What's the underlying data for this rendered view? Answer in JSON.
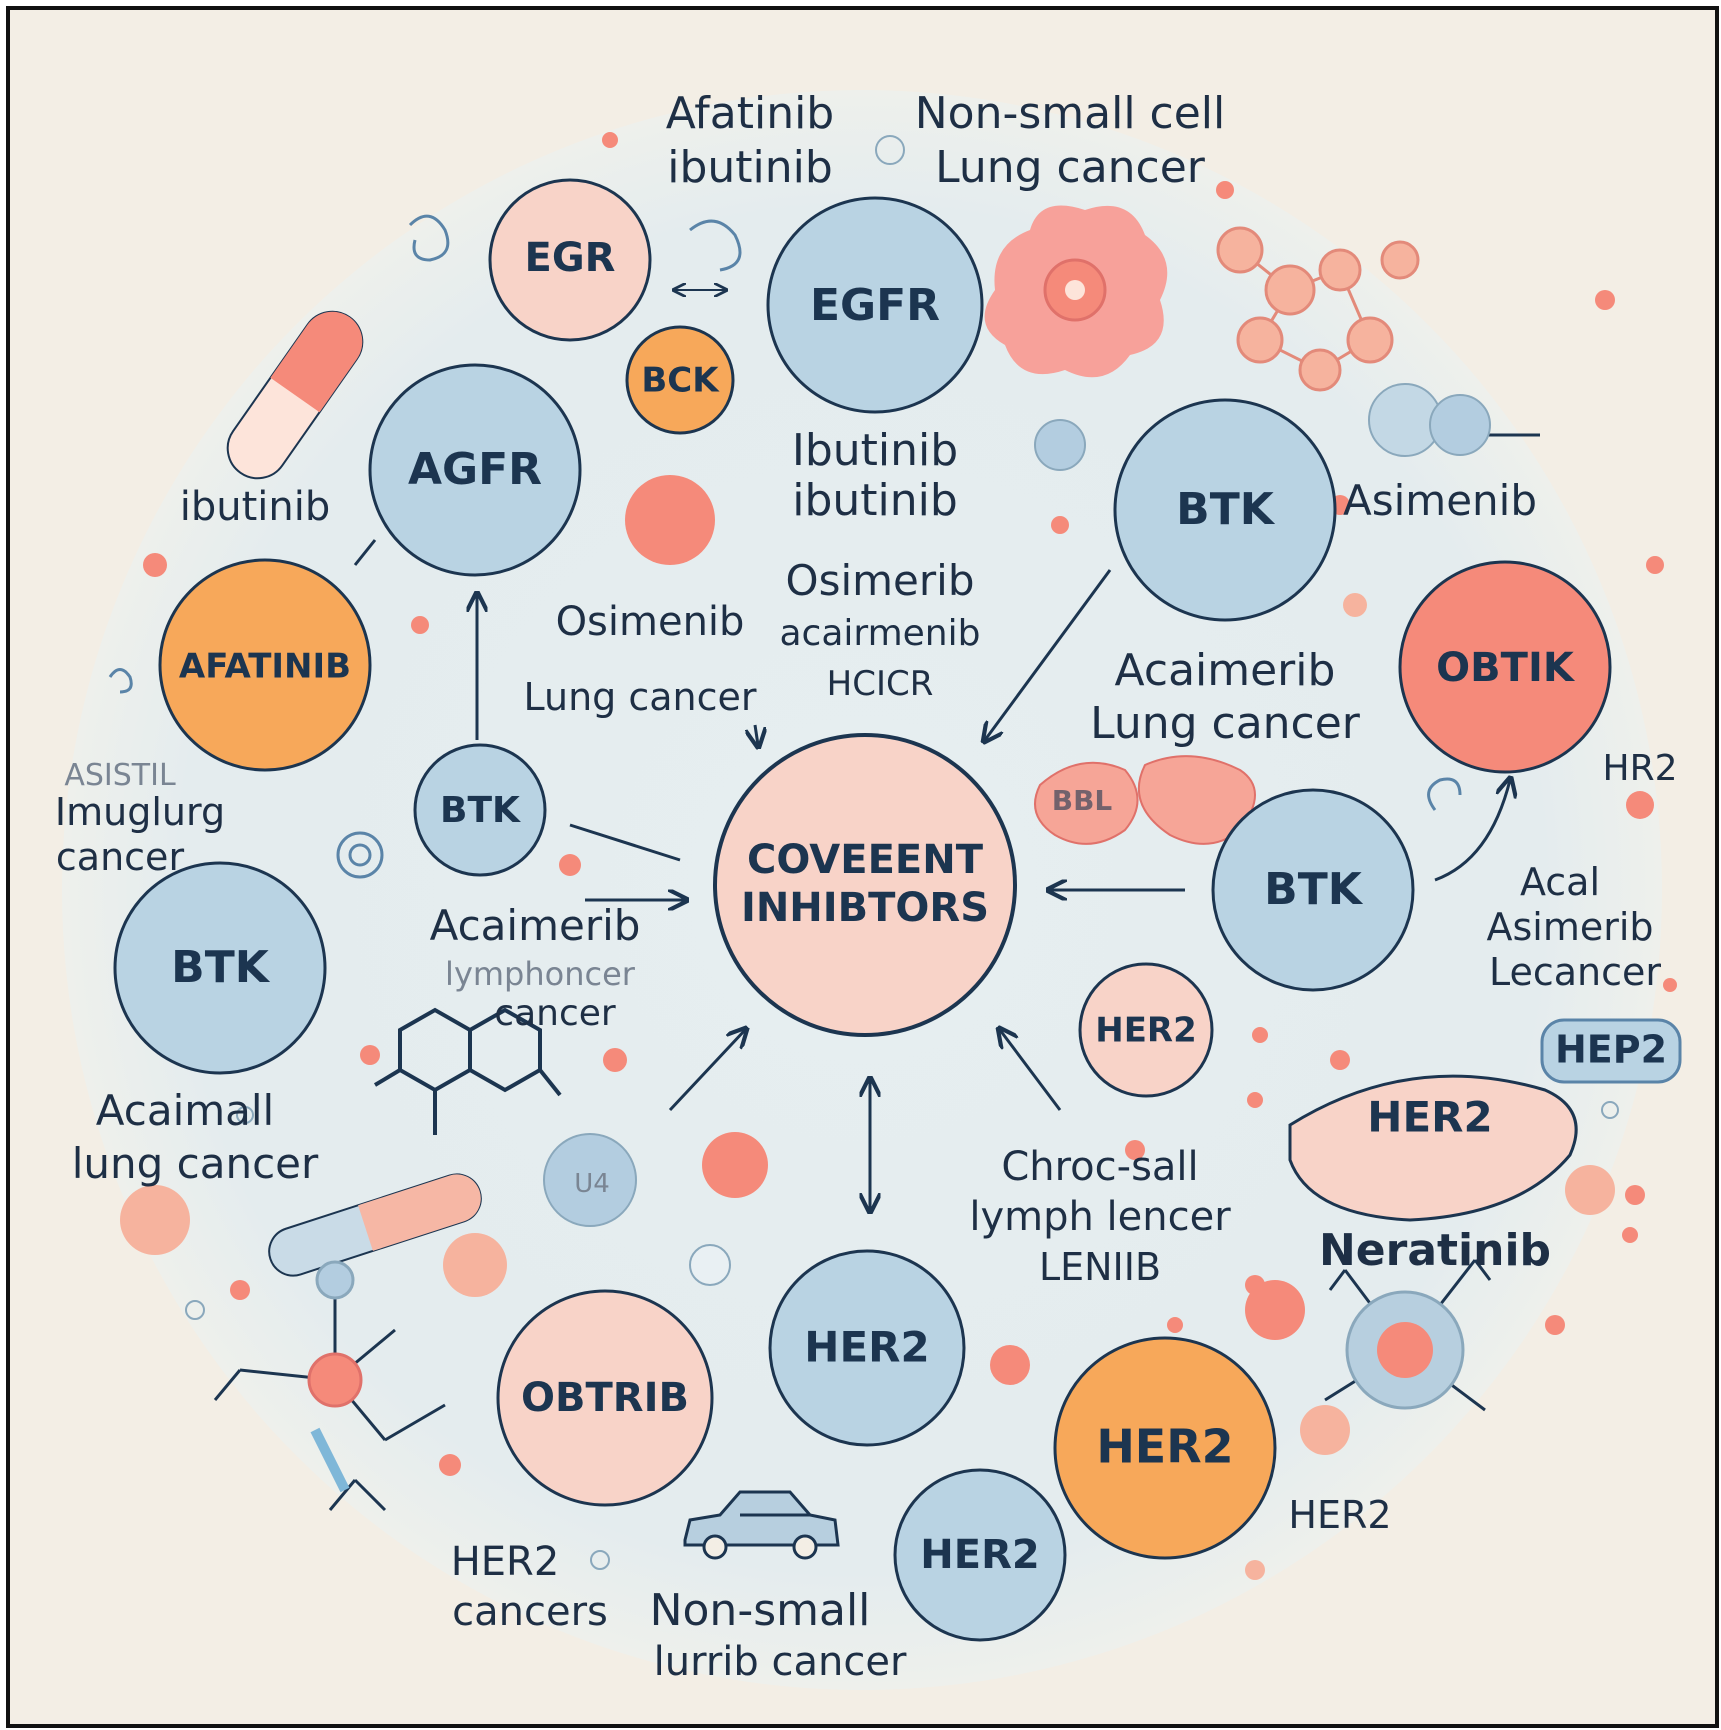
{
  "colors": {
    "background": "#f3eee5",
    "halo": "#e3ebec",
    "node_blue": "#b9d3e3",
    "node_pink": "#f8d3c8",
    "node_salmon": "#f58a7a",
    "node_orange": "#f7a85a",
    "stroke": "#1c3550",
    "text": "#1e2f45"
  },
  "center": {
    "lines": [
      "COVEEENT",
      "INHIBTORS"
    ]
  },
  "nodes": [
    {
      "id": "egr",
      "label": "EGR",
      "color": "pink"
    },
    {
      "id": "egfr",
      "label": "EGFR",
      "color": "blue"
    },
    {
      "id": "bck",
      "label": "BCK",
      "color": "orange"
    },
    {
      "id": "agfr",
      "label": "AGFR",
      "color": "blue"
    },
    {
      "id": "btk-top-right",
      "label": "BTK",
      "color": "blue"
    },
    {
      "id": "afatinib",
      "label": "AFATINIB",
      "color": "orange"
    },
    {
      "id": "obtik",
      "label": "OBTIK",
      "color": "salmon"
    },
    {
      "id": "btk-small",
      "label": "BTK",
      "color": "blue"
    },
    {
      "id": "btk-right",
      "label": "BTK",
      "color": "blue"
    },
    {
      "id": "btk-left",
      "label": "BTK",
      "color": "blue"
    },
    {
      "id": "her2-small",
      "label": "HER2",
      "color": "pink"
    },
    {
      "id": "her2-oval",
      "label": "HER2",
      "color": "pink"
    },
    {
      "id": "her2-badge",
      "label": "HEP2",
      "color": "blue"
    },
    {
      "id": "her2-center",
      "label": "HER2",
      "color": "blue"
    },
    {
      "id": "obtrib",
      "label": "OBTRIB",
      "color": "pink"
    },
    {
      "id": "her2-orange",
      "label": "HER2",
      "color": "orange"
    },
    {
      "id": "her2-bottom",
      "label": "HER2",
      "color": "blue"
    },
    {
      "id": "bbl-blob",
      "label": "BBL",
      "color": "salmon"
    }
  ],
  "labels": [
    {
      "id": "afatinib-ibutinib",
      "lines": [
        "Afatinib",
        "ibutinib"
      ]
    },
    {
      "id": "nsclc-top",
      "lines": [
        "Non-small cell",
        "Lung cancer"
      ]
    },
    {
      "id": "ibutinib-left",
      "lines": [
        "ibutinib"
      ]
    },
    {
      "id": "ibutinib-center",
      "lines": [
        "Ibutinib",
        "ibutinib"
      ]
    },
    {
      "id": "asimenib",
      "lines": [
        "Asimenib"
      ]
    },
    {
      "id": "osimenib",
      "lines": [
        "Osimenib"
      ]
    },
    {
      "id": "osimerib-stack",
      "lines": [
        "Osimerib",
        "acairmenib",
        "HCICR"
      ]
    },
    {
      "id": "lung-cancer-mid",
      "lines": [
        "Lung cancer"
      ]
    },
    {
      "id": "acaimerib-lung",
      "lines": [
        "Acaimerib",
        "Lung cancer"
      ]
    },
    {
      "id": "hr2",
      "lines": [
        "HR2"
      ]
    },
    {
      "id": "imuglurg",
      "lines": [
        "ASISTIL",
        "Imuglurg",
        "cancer"
      ]
    },
    {
      "id": "acaimerib-left",
      "lines": [
        "Acaimerib",
        "lymphoncer",
        "cancer"
      ]
    },
    {
      "id": "asimerib-right",
      "lines": [
        "Acal",
        "Asimerib",
        "Lecancer"
      ]
    },
    {
      "id": "acaimall",
      "lines": [
        "Acaimall",
        "lung cancer"
      ]
    },
    {
      "id": "chroc-sall",
      "lines": [
        "Chroc-sall",
        "lymph lencer",
        "LENIIB"
      ]
    },
    {
      "id": "neratinib",
      "lines": [
        "Neratinib"
      ]
    },
    {
      "id": "her2-faint",
      "lines": [
        "HER2"
      ]
    },
    {
      "id": "her2-cancers",
      "lines": [
        "HER2",
        "cancers"
      ]
    },
    {
      "id": "nsclc-bottom",
      "lines": [
        "Non-small",
        "lurrib cancer"
      ]
    },
    {
      "id": "ua-mark",
      "lines": [
        "U4"
      ]
    }
  ],
  "icons": [
    "capsule-icon",
    "capsule-icon",
    "capsule-icon",
    "virus-cell-icon",
    "molecule-network-icon",
    "dumbbell-molecule-icon",
    "hexagon-structure-icon",
    "branched-molecule-icon",
    "cell-receptor-icon",
    "car-icon",
    "swirl-icon",
    "droplet-icon"
  ]
}
